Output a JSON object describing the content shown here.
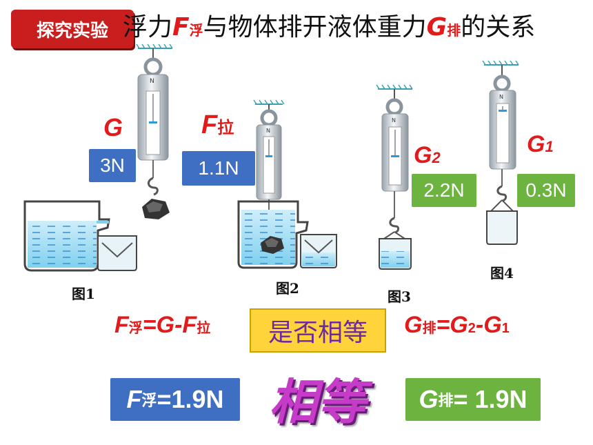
{
  "header": {
    "tag": "探究实验",
    "title_a": "浮力",
    "title_F": "F",
    "title_F_sub": "浮",
    "title_b": "与物体排开液体重力",
    "title_G": "G",
    "title_G_sub": "排",
    "title_c": "的关系"
  },
  "figures": {
    "fig1": {
      "caption": "图1",
      "label": "G",
      "value": "3N"
    },
    "fig2": {
      "caption": "图2",
      "label": "F",
      "label_sub": "拉",
      "value": "1.1N"
    },
    "fig3": {
      "caption": "图3",
      "label": "G",
      "label_sub": "2",
      "value": "2.2N"
    },
    "fig4": {
      "caption": "图4",
      "label": "G",
      "label_sub": "1",
      "value": "0.3N"
    }
  },
  "scale_mark": "N",
  "formulas": {
    "buoyancy": {
      "F": "F",
      "F_sub": "浮",
      "rest": "=G-F",
      "tail_sub": "拉"
    },
    "question": "是否相等",
    "displaced": {
      "G": "G",
      "G_sub": "排",
      "eq": "=G",
      "sub2": "2",
      "minus": "-G",
      "sub1": "1"
    }
  },
  "results": {
    "buoyancy": {
      "F": "F",
      "F_sub": "浮",
      "value": "=1.9N"
    },
    "conclusion": "相等",
    "displaced": {
      "G": "G",
      "G_sub": "排",
      "value": "= 1.9N"
    }
  },
  "colors": {
    "red": "#e11b1b",
    "blue_box": "#3f6fc3",
    "green_box": "#6db33f",
    "tag": "#c81e1e",
    "question_bg": "#ffd43a",
    "conclusion": "#c63cc8"
  }
}
